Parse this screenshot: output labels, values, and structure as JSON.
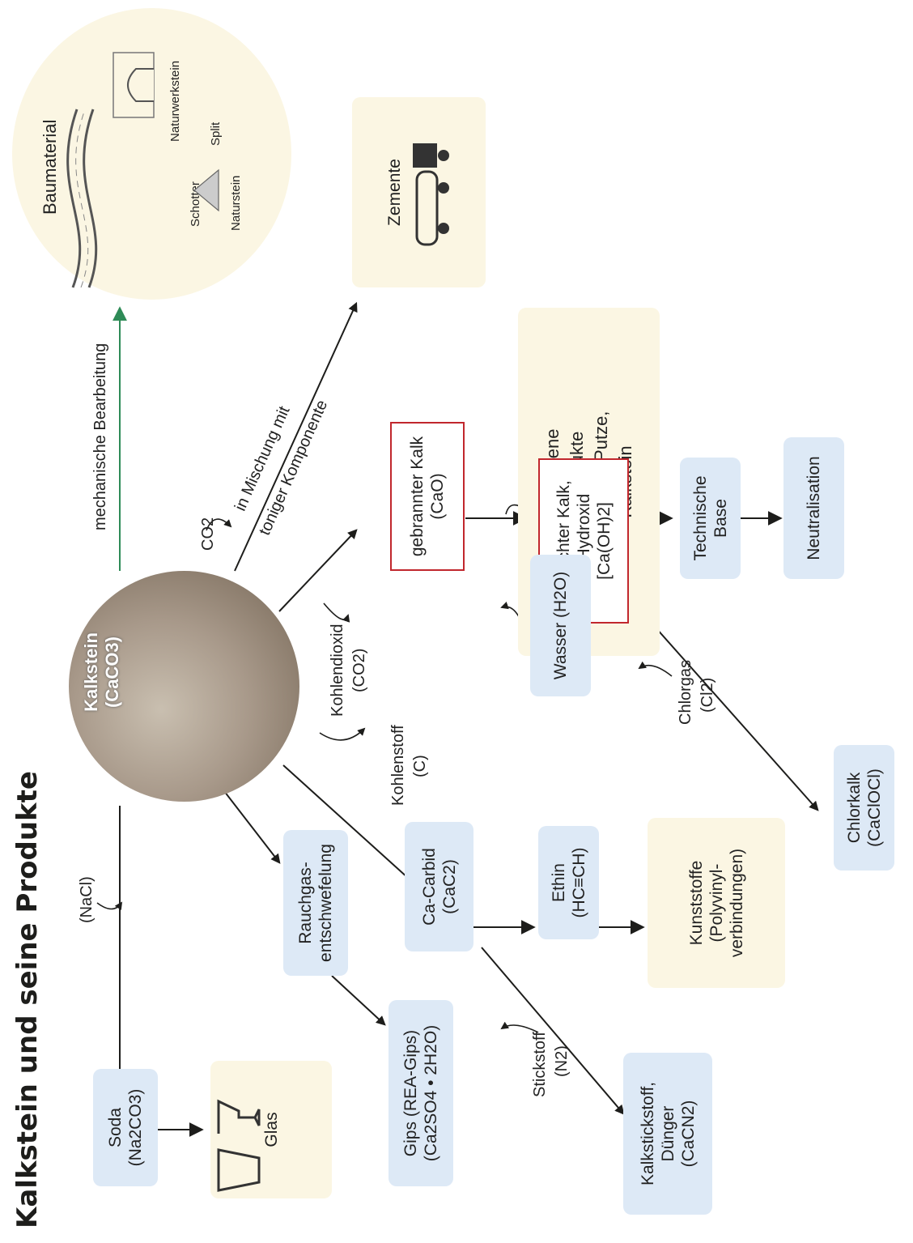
{
  "title": "Kalkstein und seine Produkte",
  "source": {
    "name": "Kalkstein",
    "formula": "(CaCO3)"
  },
  "arrow_labels": {
    "mechanical": "mechanische Bearbeitung",
    "co2_release": "CO2",
    "mixture_1": "in Mischung mit",
    "mixture_2": "toniger Komponente",
    "carbon_dioxide_1": "Kohlendioxid",
    "carbon_dioxide_2": "(CO2)",
    "carbon_1": "Kohlenstoff",
    "carbon_2": "(C)",
    "nacl": "(NaCl)",
    "water": "Wasser (H2O)",
    "chlorine_1": "Chlorgas",
    "chlorine_2": "(Cl2)",
    "nitrogen_1": "Stickstoff",
    "nitrogen_2": "(N2)"
  },
  "nodes": {
    "baumaterial": {
      "title": "Baumaterial",
      "naturwerkstein": "Naturwerkstein",
      "schotter": "Schotter",
      "split": "Split",
      "naturstein": "Naturstein"
    },
    "zemente": "Zemente",
    "bauprodukte": [
      "verschiedene",
      "Bauprodukte",
      "wie Mörtel, Putze,",
      "Kalkstein"
    ],
    "gebrannter": [
      "gebrannter Kalk",
      "(CaO)"
    ],
    "geloeschter": [
      "gelöschter Kalk,",
      "Ca-Hydroxid",
      "[Ca(OH)2]"
    ],
    "technische_base": [
      "Technische",
      "Base"
    ],
    "neutralisation": "Neutralisation",
    "chlorkalk": [
      "Chlorkalk",
      "(CaClOCl)"
    ],
    "ethin": [
      "Ethin",
      "(HC≡CH)"
    ],
    "kunststoffe": [
      "Kunststoffe",
      "(Polyvinyl-",
      "verbindungen)"
    ],
    "cacarbid": [
      "Ca-Carbid",
      "(CaC2)"
    ],
    "rauchgas": [
      "Rauchgas-",
      "entschwefelung"
    ],
    "gips": [
      "Gips (REA-Gips)",
      "(Ca2SO4 • 2H2O)"
    ],
    "kalkstickstoff": [
      "Kalkstickstoff,",
      "Dünger",
      "(CaCN2)"
    ],
    "soda": [
      "Soda",
      "(Na2CO3)"
    ],
    "glas": "Glas"
  },
  "colors": {
    "blue_box": "#dde9f6",
    "cream_box": "#fbf6e3",
    "red_border": "#c1272d",
    "green_arrow": "#2e8b57"
  }
}
